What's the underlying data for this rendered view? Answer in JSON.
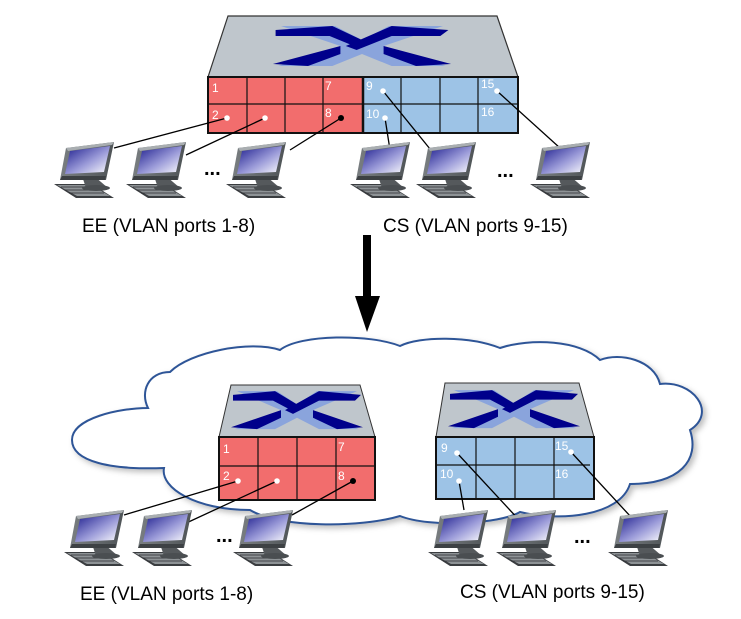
{
  "diagram": {
    "title": "VLAN switch split into two switches",
    "colors": {
      "ee_panel": "#f26d6d",
      "cs_panel": "#9dc3e6",
      "switch_top": "#bfc6cc",
      "x_dark": "#00008b",
      "x_light": "#8aa4dc",
      "cloud_stroke": "#2f5597",
      "port_dot_white": "#ffffff",
      "port_dot_black": "#000000"
    },
    "top": {
      "ee_label": "EE (VLAN ports 1-8)",
      "cs_label": "CS (VLAN ports 9-15)",
      "ee_ellipsis": "...",
      "cs_ellipsis": "...",
      "ee_ports": [
        "1",
        "7",
        "2",
        "8"
      ],
      "cs_ports": [
        "9",
        "15",
        "10",
        "16"
      ]
    },
    "bottom": {
      "ee_label": "EE (VLAN ports 1-8)",
      "cs_label": "CS (VLAN ports 9-15)",
      "ee_ellipsis": "...",
      "cs_ellipsis": "...",
      "ee_ports": [
        "1",
        "7",
        "2",
        "8"
      ],
      "cs_ports": [
        "9",
        "15",
        "10",
        "16"
      ]
    },
    "arrow": "down-arrow",
    "icons": [
      "switch-icon",
      "computer-icon",
      "cloud-icon"
    ]
  }
}
